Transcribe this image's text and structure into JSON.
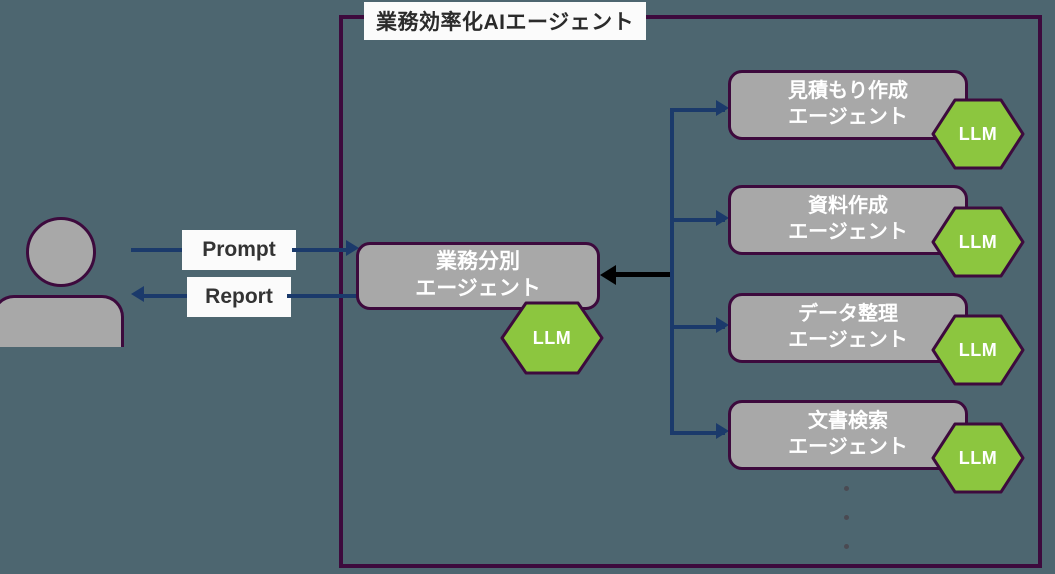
{
  "frame": {
    "title": "業務効率化AIエージェント",
    "border_color": "#3d0a3d",
    "background_color": "#4d6670"
  },
  "user": {
    "icon_name": "user-avatar-icon",
    "fill_color": "#a8a8a8"
  },
  "flows": [
    {
      "label": "Prompt",
      "direction": "to-agent"
    },
    {
      "label": "Report",
      "direction": "to-user"
    }
  ],
  "main_agent": {
    "lines": [
      "業務分別",
      "エージェント"
    ],
    "llm_badge": "LLM",
    "box_color": "#a8a8a8",
    "badge_color": "#8cc63f"
  },
  "sub_agents": [
    {
      "lines": [
        "見積もり作成",
        "エージェント"
      ],
      "llm_badge": "LLM"
    },
    {
      "lines": [
        "資料作成",
        "エージェント"
      ],
      "llm_badge": "LLM"
    },
    {
      "lines": [
        "データ整理",
        "エージェント"
      ],
      "llm_badge": "LLM"
    },
    {
      "lines": [
        "文書検索",
        "エージェント"
      ],
      "llm_badge": "LLM"
    }
  ],
  "more_indicator": {
    "glyph": "⋮",
    "dot_count": 3
  },
  "colors": {
    "connector_navy": "#1b3a6b",
    "return_arrow": "#000000",
    "box_fill": "#a8a8a8",
    "badge_green": "#8cc63f",
    "frame_purple": "#3d0a3d",
    "label_bg": "#fbfbfb",
    "canvas": "#4d6670"
  }
}
